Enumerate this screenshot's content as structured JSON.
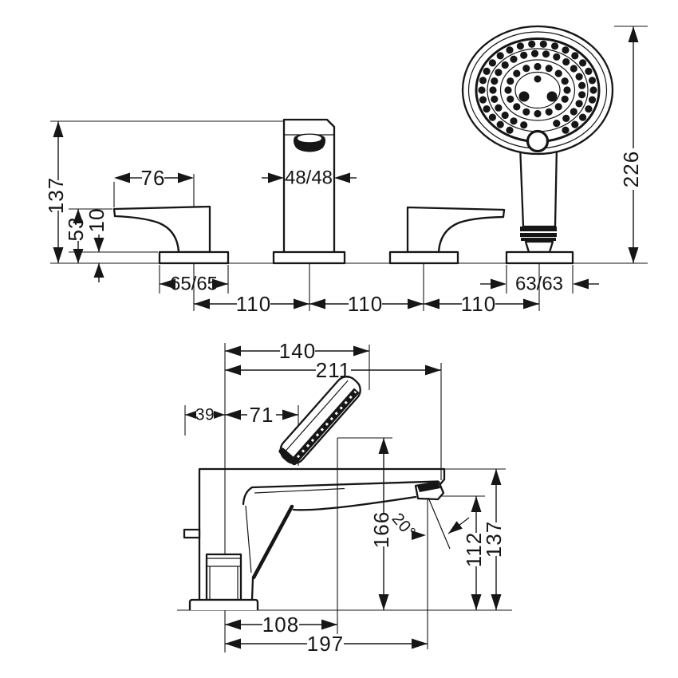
{
  "colors": {
    "ink": "#161616",
    "background": "#ffffff"
  },
  "front_view": {
    "overall_height": "137",
    "handle_height": "53",
    "escutcheon_thickness": "10",
    "handle_reach": "76",
    "spout_escutcheon": "48/48",
    "handle_escutcheon": "65/65",
    "shower_escutcheon": "63/63",
    "hole_spacing_left": "110",
    "hole_spacing_mid": "110",
    "hole_spacing_right": "110",
    "handshower_height": "226"
  },
  "side_view": {
    "shower_reach": "140",
    "spout_reach": "211",
    "rear_clearance": "39",
    "shower_foot_offset": "71",
    "shower_mount_height": "166",
    "spray_angle": "20°",
    "outlet_height": "112",
    "spout_height": "137",
    "shower_axis_offset": "108",
    "outlet_reach": "197"
  }
}
